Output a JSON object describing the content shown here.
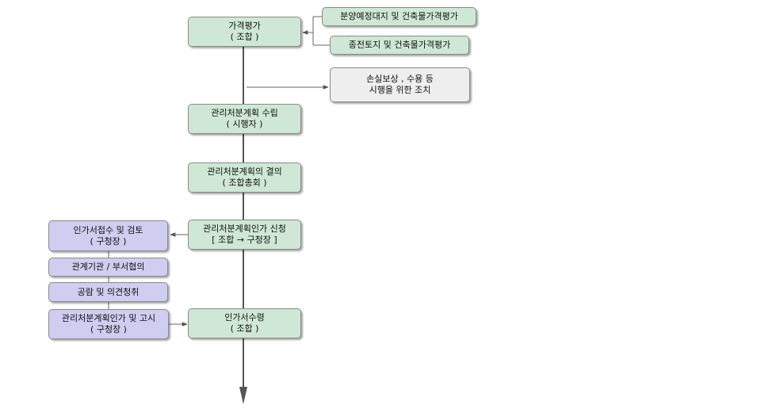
{
  "colors": {
    "green": "#cfe8d5",
    "gray": "#eeeeee",
    "purple": "#cfcdf0",
    "line": "#555555"
  },
  "main": {
    "step1": {
      "line1": "가격평가",
      "line2": "( 조합 )"
    },
    "step2": {
      "line1": "관리처분계획 수립",
      "line2": "( 시행자 )"
    },
    "step3": {
      "line1": "관리처분계획의 결의",
      "line2": "( 조합총회 )"
    },
    "step4": {
      "line1": "관리처분계획인가 신청",
      "line2": "[ 조합 → 구청장 ]"
    },
    "step5": {
      "line1": "인가서수령",
      "line2": "( 조합 )"
    }
  },
  "side": {
    "valuation1": "분양예정대지 및 건축물가격평가",
    "valuation2": "종전토지 및 건축물가격평가",
    "compensation": {
      "line1": "손실보상 , 수용 등",
      "line2": "시행을 위한 조치"
    }
  },
  "office": {
    "receipt": {
      "line1": "인가서접수 및 검토",
      "line2": "( 구청장 )"
    },
    "consult": "관계기관 / 부서협의",
    "hearing": "공람 및 의견청취",
    "approval": {
      "line1": "관리처분계획인가 및 고시",
      "line2": "( 구청장 )"
    }
  }
}
